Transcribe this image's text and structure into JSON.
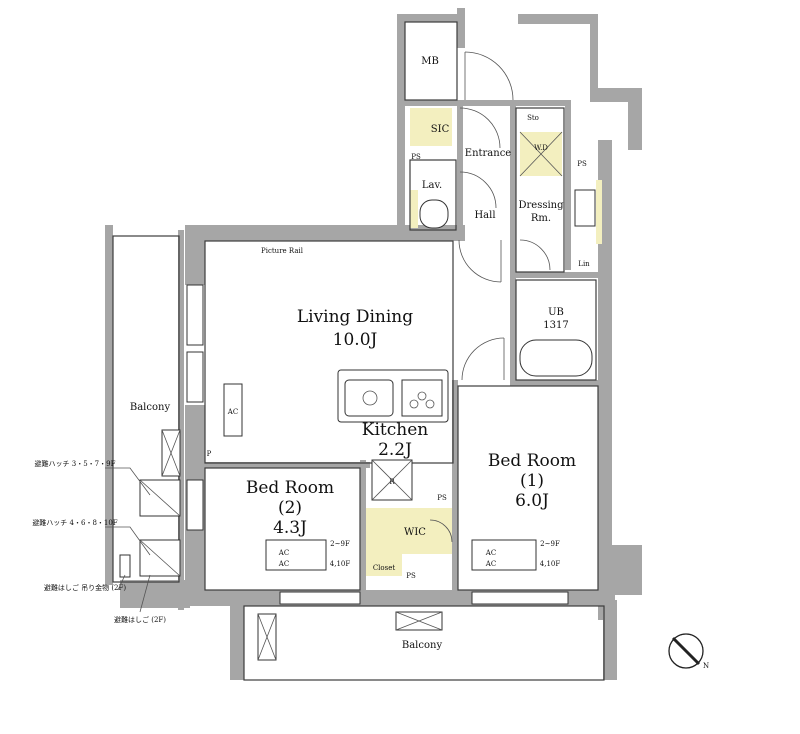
{
  "rooms": {
    "living_dining": {
      "name": "Living Dining",
      "size": "10.0J"
    },
    "kitchen": {
      "name": "Kitchen",
      "size": "2.2J"
    },
    "bedroom1": {
      "name": "Bed Room",
      "index": "(1)",
      "size": "6.0J"
    },
    "bedroom2": {
      "name": "Bed Room",
      "index": "(2)",
      "size": "4.3J"
    },
    "balcony_west": "Balcony",
    "balcony_south": "Balcony",
    "entrance": "Entrance",
    "hall": "Hall",
    "dressing": {
      "line1": "Dressing",
      "line2": "Rm."
    },
    "ub": {
      "name": "UB",
      "size": "1317"
    },
    "lav": "Lav.",
    "mb": "MB",
    "sic": "SIC",
    "wic": "WIC",
    "closet": "Closet",
    "sto": "Sto",
    "wd": "W.D",
    "lin": "Lin",
    "ps_labels": [
      "PS",
      "PS",
      "PS",
      "PS"
    ],
    "p": "P",
    "r": "R",
    "ac_unit": "AC",
    "picture_rail": "Picture Rail"
  },
  "ac_labels": {
    "top": "AC",
    "bottom": "AC",
    "floor_top": "2~9F",
    "floor_bottom": "4,10F"
  },
  "notes": {
    "hatch1": "避難ハッチ 3・5・7・9F",
    "hatch2": "避難ハッチ 4・6・8・10F",
    "ladder1": "避難はしご 吊り金物 (2F)",
    "ladder2": "避難はしご (2F)"
  },
  "compass": {
    "label": "N"
  },
  "colors": {
    "wall": "#a6a6a6",
    "closet": "#f3efbf",
    "line": "#3c3c3c"
  }
}
